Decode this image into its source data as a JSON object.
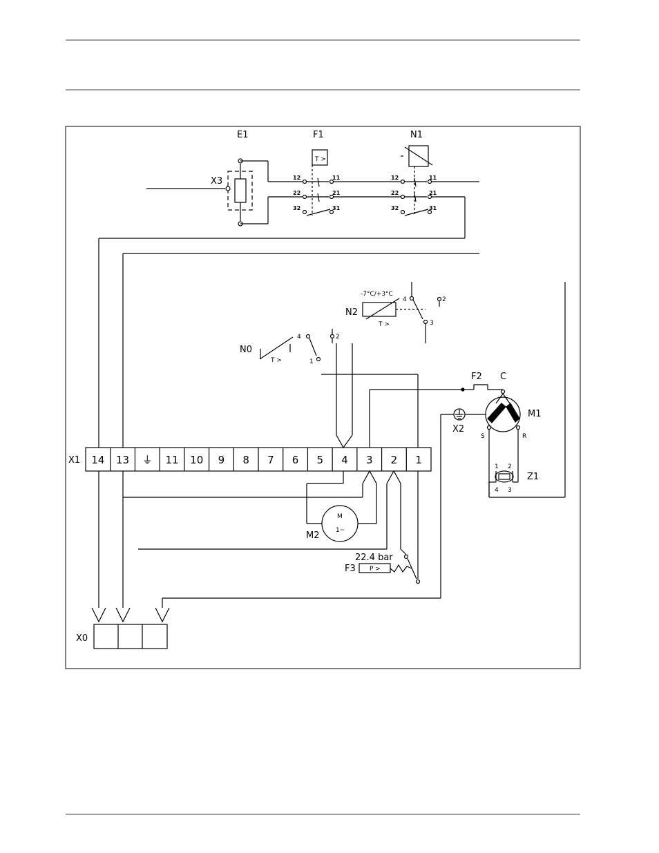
{
  "components": {
    "E1": "E1",
    "F1": "F1",
    "N1": "N1",
    "X3": "X3",
    "N2": "N2",
    "N0": "N0",
    "F2": "F2",
    "C": "C",
    "M1": "M1",
    "S": "S",
    "R": "R",
    "X2": "X2",
    "Z1": "Z1",
    "X1": "X1",
    "M2": "M2",
    "F3": "F3",
    "X0": "X0"
  },
  "contact_pins": [
    "12",
    "11",
    "22",
    "21",
    "32",
    "31"
  ],
  "n2_range": "-7°C/+3°C",
  "n2_pins": [
    "4",
    "2",
    "3"
  ],
  "n0_pins": [
    "4",
    "2",
    "1"
  ],
  "thermo_symbol": "T >",
  "z1_pins": [
    "1",
    "2",
    "4",
    "3"
  ],
  "m2_text": [
    "M",
    "1~"
  ],
  "f3_value": "22.4 bar",
  "f3_symbol": "P >",
  "x1_terminals": [
    "14",
    "13",
    "⏚",
    "11",
    "10",
    "9",
    "8",
    "7",
    "6",
    "5",
    "4",
    "3",
    "2",
    "1"
  ],
  "colors": {
    "line": "#000000",
    "rule": "#a0a0a0"
  }
}
